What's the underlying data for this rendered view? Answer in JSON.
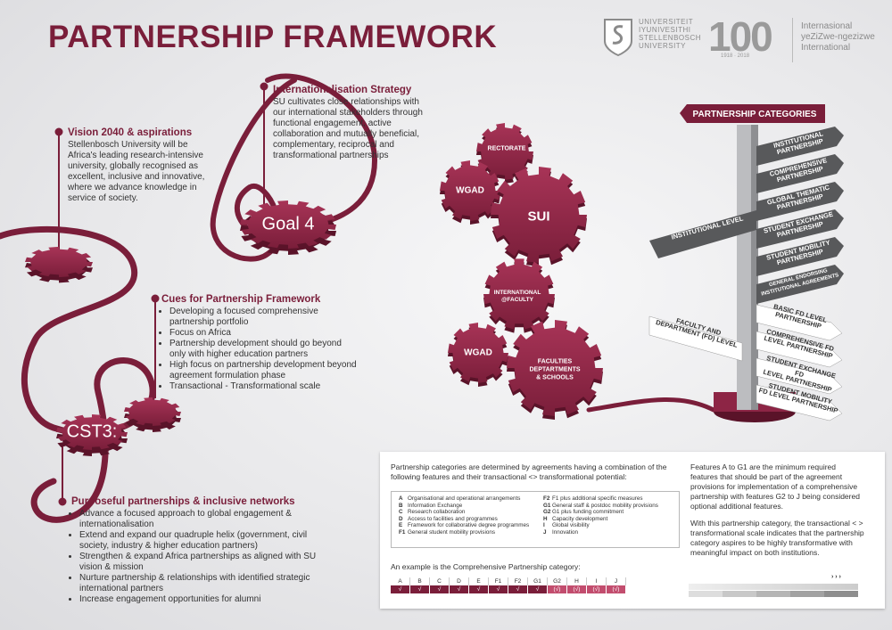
{
  "title": "PARTNERSHIP FRAMEWORK",
  "logo": {
    "university_lines": [
      "UNIVERSITEIT",
      "IYUNIVESITHI",
      "STELLENBOSCH",
      "UNIVERSITY"
    ],
    "hundred": "100",
    "years": "1918 · 2018",
    "intl_lines": [
      "Internasional",
      "yeZiZwe-ngezizwe",
      "International"
    ]
  },
  "vision": {
    "heading": "Vision 2040 & aspirations",
    "lines": [
      "Stellenbosch University will be",
      "Africa's leading research-intensive",
      "university, globally recognised as",
      "excellent, inclusive and innovative,",
      "where we advance knowledge in",
      "service of society."
    ]
  },
  "strategy": {
    "heading": "Internationalisation Strategy",
    "lines": [
      "SU cultivates close relationships with",
      "our international stakeholders through",
      "functional engagement, active",
      "collaboration and mutually beneficial,",
      "complementary, reciprocal and",
      "transformational partnerships"
    ]
  },
  "cues": {
    "heading": "Cues for Partnership Framework",
    "items": [
      "Developing a focused comprehensive partnership portfolio",
      "Focus on Africa",
      "Partnership development should go beyond only with higher education partners",
      "High focus on partnership development beyond agreement formulation phase",
      "Transactional - Transformational scale"
    ]
  },
  "purposeful": {
    "heading": "Purposeful partnerships & inclusive networks",
    "items": [
      "Advance a focused approach to global engagement & internationalisation",
      "Extend and expand our quadruple helix (government, civil society, industry & higher education partners)",
      "Strengthen & expand Africa partnerships as aligned with SU vision & mission",
      "Nurture partnership & relationships with identified strategic international partners",
      "Increase engagement opportunities for alumni"
    ]
  },
  "gears": {
    "goal4": "Goal 4",
    "cst3": "CST3:",
    "rectorate": "RECTORATE",
    "wgad_top": "WGAD",
    "sui": "SUI",
    "intl_faculty": [
      "INTERNATIONAL",
      "@FACULTY"
    ],
    "wgad_bottom": "WGAD",
    "faculties": [
      "FACULTIES",
      "DEPTARTMENTS",
      "& SCHOOLS"
    ]
  },
  "signpost": {
    "title": "PARTNERSHIP CATEGORIES",
    "institutional_level": "INSTITUTIONAL LEVEL",
    "fd_level": [
      "FACULTY AND",
      "DEPARTMENT (FD) LEVEL"
    ],
    "inst_signs": [
      [
        "INSTITUTIONAL",
        "PARTNERSHIP"
      ],
      [
        "COMPREHENSIVE",
        "PARTNERSHIP"
      ],
      [
        "GLOBAL THEMATIC",
        "PARTNERSHIP"
      ],
      [
        "STUDENT EXCHANGE",
        "PARTNERSHIP"
      ],
      [
        "STUDENT MOBILITY",
        "PARTNERSHIP"
      ],
      [
        "GENERAL ENDORSING",
        "INSTITUTIONAL AGREEMENTS"
      ]
    ],
    "fd_signs": [
      [
        "BASIC FD LEVEL",
        "PARTNERSHIP"
      ],
      [
        "COMPREHENSIVE FD",
        "LEVEL PARTNERSHIP"
      ],
      [
        "STUDENT EXCHANGE FD",
        "LEVEL PARTNERSHIP"
      ],
      [
        "STUDENT MOBILITY",
        "FD LEVEL PARTNERSHIP"
      ]
    ]
  },
  "panel": {
    "intro": "Partnership categories are determined by agreements having a combination of the following features and their transactional <> transformational potential:",
    "codes_left": [
      [
        "A",
        "Organisational and operational arrangements"
      ],
      [
        "B",
        "Information Exchange"
      ],
      [
        "C",
        "Research collaboration"
      ],
      [
        "D",
        "Access to facilities and programmes"
      ],
      [
        "E",
        "Framework for collaborative degree programmes"
      ],
      [
        "F1",
        "General student mobility provisions"
      ]
    ],
    "codes_right": [
      [
        "F2",
        "F1 plus additional specific measures"
      ],
      [
        "G1",
        "General staff & postdoc mobility provisions"
      ],
      [
        "G2",
        "G1 plus funding commitment"
      ],
      [
        "H",
        "Capacity development"
      ],
      [
        "I",
        "Global visibility"
      ],
      [
        "J",
        "Innovation"
      ]
    ],
    "example": "An example is the Comprehensive Partnership category:",
    "table_headers": [
      "A",
      "B",
      "C",
      "D",
      "E",
      "F1",
      "F2",
      "G1",
      "G2",
      "H",
      "I",
      "J"
    ],
    "table_values": [
      "√",
      "√",
      "√",
      "√",
      "√",
      "√",
      "√",
      "√",
      "(√)",
      "(√)",
      "(√)",
      "(√)"
    ],
    "right_p1": "Features A to G1 are the minimum required features that should be part of the agreement provisions for implementation of a comprehensive partnership with features G2 to J being considered optional additional features.",
    "right_p2": "With this partnership category, the transactional < > transformational scale indicates that the partnership category aspires to be highly transformative with meaningful impact on both institutions.",
    "scale_arrows": "› › ›"
  },
  "colors": {
    "maroon": "#7a1e3a",
    "maroon_dark": "#5a1329",
    "pink": "#c24d6e",
    "grey": "#58595b"
  }
}
